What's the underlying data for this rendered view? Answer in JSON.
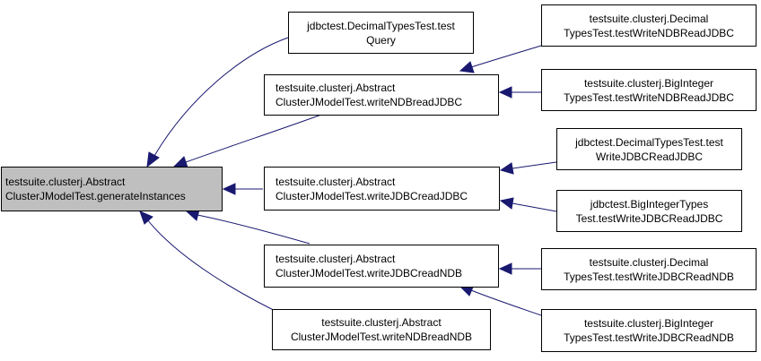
{
  "diagram": {
    "root": {
      "line1": "testsuite.clusterj.Abstract",
      "line2": "ClusterJModelTest.generateInstances"
    },
    "callers": {
      "query": {
        "line1": "jdbctest.DecimalTypesTest.test",
        "line2": "Query"
      },
      "write_ndb_read_jdbc": {
        "line1": "testsuite.clusterj.Abstract",
        "line2": "ClusterJModelTest.writeNDBreadJDBC"
      },
      "write_jdbc_read_jdbc": {
        "line1": "testsuite.clusterj.Abstract",
        "line2": "ClusterJModelTest.writeJDBCreadJDBC"
      },
      "write_jdbc_read_ndb": {
        "line1": "testsuite.clusterj.Abstract",
        "line2": "ClusterJModelTest.writeJDBCreadNDB"
      },
      "write_ndb_read_ndb": {
        "line1": "testsuite.clusterj.Abstract",
        "line2": "ClusterJModelTest.writeNDBreadNDB"
      }
    },
    "tests": {
      "decimal_ndb_jdbc": {
        "line1": "testsuite.clusterj.Decimal",
        "line2": "TypesTest.testWriteNDBReadJDBC"
      },
      "biginteger_ndb_jdbc": {
        "line1": "testsuite.clusterj.BigInteger",
        "line2": "TypesTest.testWriteNDBReadJDBC"
      },
      "jdbc_decimal_jdbc_jdbc": {
        "line1": "jdbctest.DecimalTypesTest.test",
        "line2": "WriteJDBCReadJDBC"
      },
      "jdbc_biginteger_jdbc_jdbc": {
        "line1": "jdbctest.BigIntegerTypes",
        "line2": "Test.testWriteJDBCReadJDBC"
      },
      "decimal_jdbc_ndb": {
        "line1": "testsuite.clusterj.Decimal",
        "line2": "TypesTest.testWriteJDBCReadNDB"
      },
      "biginteger_jdbc_ndb": {
        "line1": "testsuite.clusterj.BigInteger",
        "line2": "TypesTest.testWriteJDBCReadNDB"
      }
    },
    "colors": {
      "edge": "#191970",
      "root_fill": "#bfbfbf",
      "node_fill": "#ffffff"
    }
  }
}
